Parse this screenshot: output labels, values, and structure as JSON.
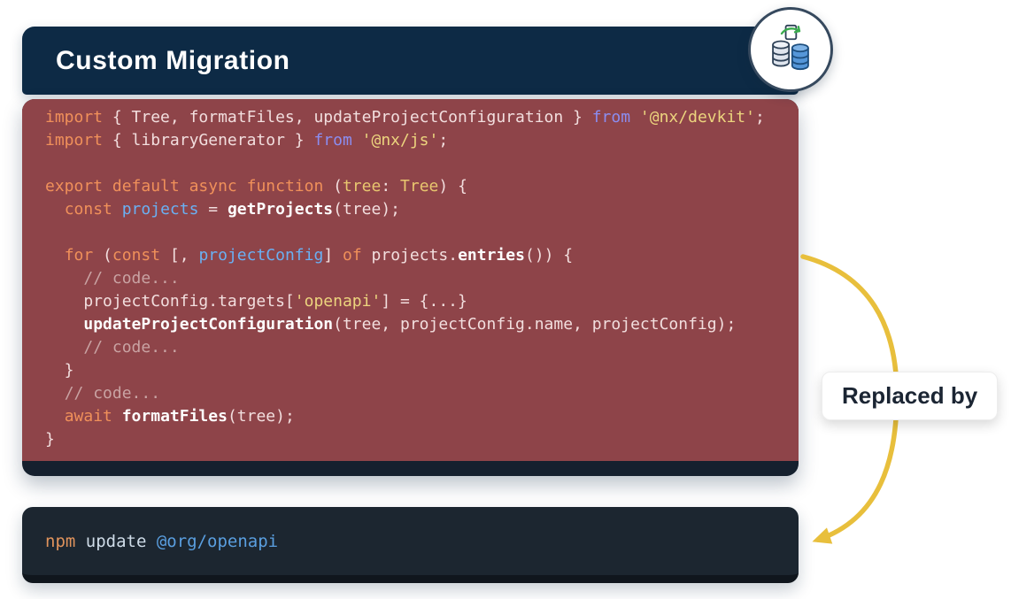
{
  "header": {
    "title": "Custom Migration"
  },
  "icons": {
    "badge": "database-migration-icon",
    "arrow": "curved-yellow-arrow-icon"
  },
  "annotation": {
    "label": "Replaced by"
  },
  "code": {
    "lines": [
      [
        {
          "t": "import",
          "c": "kw"
        },
        {
          "t": " { Tree, formatFiles, updateProjectConfiguration } ",
          "c": "pln"
        },
        {
          "t": "from",
          "c": "frm"
        },
        {
          "t": " ",
          "c": "pln"
        },
        {
          "t": "'@nx/devkit'",
          "c": "str"
        },
        {
          "t": ";",
          "c": "pln"
        }
      ],
      [
        {
          "t": "import",
          "c": "kw"
        },
        {
          "t": " { libraryGenerator } ",
          "c": "pln"
        },
        {
          "t": "from",
          "c": "frm"
        },
        {
          "t": " ",
          "c": "pln"
        },
        {
          "t": "'@nx/js'",
          "c": "str"
        },
        {
          "t": ";",
          "c": "pln"
        }
      ],
      [],
      [
        {
          "t": "export",
          "c": "kw"
        },
        {
          "t": " ",
          "c": "pln"
        },
        {
          "t": "default",
          "c": "kw"
        },
        {
          "t": " ",
          "c": "pln"
        },
        {
          "t": "async",
          "c": "kw"
        },
        {
          "t": " ",
          "c": "pln"
        },
        {
          "t": "function",
          "c": "kw"
        },
        {
          "t": " (",
          "c": "pln"
        },
        {
          "t": "tree",
          "c": "typ"
        },
        {
          "t": ": ",
          "c": "pln"
        },
        {
          "t": "Tree",
          "c": "typ"
        },
        {
          "t": ") {",
          "c": "pln"
        }
      ],
      [
        {
          "t": "  ",
          "c": "pln"
        },
        {
          "t": "const",
          "c": "kw"
        },
        {
          "t": " ",
          "c": "pln"
        },
        {
          "t": "projects",
          "c": "var"
        },
        {
          "t": " = ",
          "c": "pln"
        },
        {
          "t": "getProjects",
          "c": "fn"
        },
        {
          "t": "(tree);",
          "c": "pln"
        }
      ],
      [],
      [
        {
          "t": "  ",
          "c": "pln"
        },
        {
          "t": "for",
          "c": "kw"
        },
        {
          "t": " (",
          "c": "pln"
        },
        {
          "t": "const",
          "c": "kw"
        },
        {
          "t": " [, ",
          "c": "pln"
        },
        {
          "t": "projectConfig",
          "c": "var"
        },
        {
          "t": "] ",
          "c": "pln"
        },
        {
          "t": "of",
          "c": "kw"
        },
        {
          "t": " projects.",
          "c": "pln"
        },
        {
          "t": "entries",
          "c": "fn"
        },
        {
          "t": "()) {",
          "c": "pln"
        }
      ],
      [
        {
          "t": "    ",
          "c": "pln"
        },
        {
          "t": "// code...",
          "c": "cmt"
        }
      ],
      [
        {
          "t": "    projectConfig.targets[",
          "c": "pln"
        },
        {
          "t": "'openapi'",
          "c": "str"
        },
        {
          "t": "] = {...}",
          "c": "pln"
        }
      ],
      [
        {
          "t": "    ",
          "c": "pln"
        },
        {
          "t": "updateProjectConfiguration",
          "c": "fn"
        },
        {
          "t": "(tree, projectConfig.name, projectConfig);",
          "c": "pln"
        }
      ],
      [
        {
          "t": "    ",
          "c": "pln"
        },
        {
          "t": "// code...",
          "c": "cmt"
        }
      ],
      [
        {
          "t": "  }",
          "c": "pln"
        }
      ],
      [
        {
          "t": "  ",
          "c": "pln"
        },
        {
          "t": "// code...",
          "c": "cmt"
        }
      ],
      [
        {
          "t": "  ",
          "c": "pln"
        },
        {
          "t": "await",
          "c": "kw"
        },
        {
          "t": " ",
          "c": "pln"
        },
        {
          "t": "formatFiles",
          "c": "fn"
        },
        {
          "t": "(tree);",
          "c": "pln"
        }
      ],
      [
        {
          "t": "}",
          "c": "pln"
        }
      ]
    ]
  },
  "terminal": {
    "segments": [
      {
        "t": "npm",
        "c": "cmd"
      },
      {
        "t": " update ",
        "c": "arg"
      },
      {
        "t": "@org/openapi",
        "c": "pkg"
      }
    ]
  },
  "colors": {
    "header_bg": "#0d2a45",
    "code_bg": "#8e4449",
    "card_bg": "#15202e",
    "terminal_bg": "#1c2630",
    "terminal_edge": "#10161d",
    "arrow": "#e8bf3c",
    "keyword": "#f0905a",
    "from": "#8b8df0",
    "string": "#ecd47e",
    "variable": "#6ab0f3",
    "function": "#fdfdfd",
    "type": "#e8c66f",
    "comment": "#c9a3a3",
    "plain": "#f2dede",
    "npm_cmd": "#e0935c",
    "npm_arg": "#cfdce8",
    "npm_pkg": "#5a9fe0"
  }
}
